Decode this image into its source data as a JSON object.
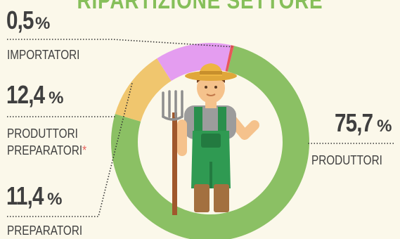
{
  "chart_data": {
    "type": "pie",
    "title": "RIPARTIZIONE SETTORE",
    "slices": [
      {
        "label": "PRODUTTORI",
        "value": 75.7,
        "display": "75,7",
        "unit": "%",
        "color": "#8bc064"
      },
      {
        "label": "PREPARATORI",
        "value": 11.4,
        "display": "11,4",
        "unit": "%",
        "color": "#f0c66e"
      },
      {
        "label_lines": [
          "PRODUTTORI",
          "PREPARATORI"
        ],
        "label_mark": "*",
        "value": 12.4,
        "display": "12,4",
        "unit": "%",
        "color": "#e49df0"
      },
      {
        "label": "IMPORTATORI",
        "value": 0.5,
        "display": "0,5",
        "unit": "%",
        "color": "#e8575a"
      }
    ]
  },
  "colors": {
    "title": "#86bf5a",
    "text": "#3f3f3f",
    "leader": "#333333",
    "background": "#fbf8ea"
  },
  "icons": {
    "center": "farmer-with-pitchfork-illustration"
  }
}
